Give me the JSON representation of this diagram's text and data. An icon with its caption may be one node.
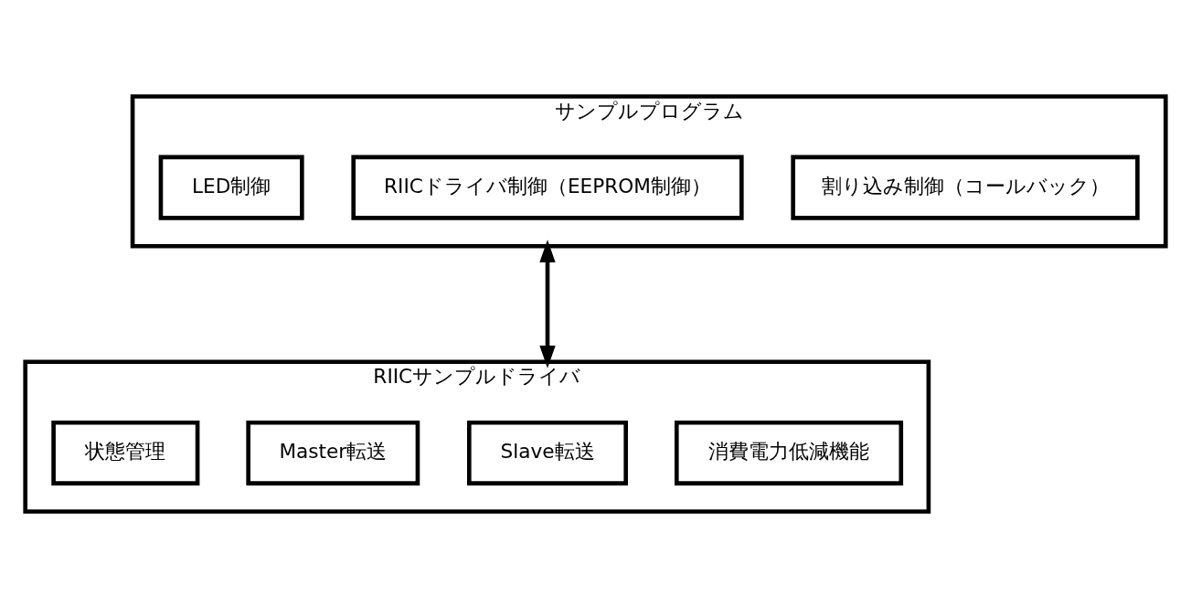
{
  "diagram": {
    "nodes": [
      {
        "text": [
          "サンプルプログラム"
        ]
      },
      {
        "text": [
          "LED制御"
        ],
        "in": 0
      },
      {
        "text": [
          "RIICドライバ制御（EEPROM制御）"
        ],
        "in": 0
      },
      {
        "text": [
          "割り込み制御（コールバック）"
        ],
        "in": 0
      },
      {
        "text": [
          "RIICサンプルドライバ"
        ]
      },
      {
        "text": [
          "状態管理"
        ],
        "in": 4
      },
      {
        "text": [
          "Master転送"
        ],
        "in": 4
      },
      {
        "text": [
          "Slave転送"
        ],
        "in": 4
      },
      {
        "text": [
          "消費電力低減機能"
        ],
        "in": 4
      }
    ],
    "edges": [
      {
        "from": 0,
        "to": 4,
        "arrow": "both"
      }
    ]
  }
}
